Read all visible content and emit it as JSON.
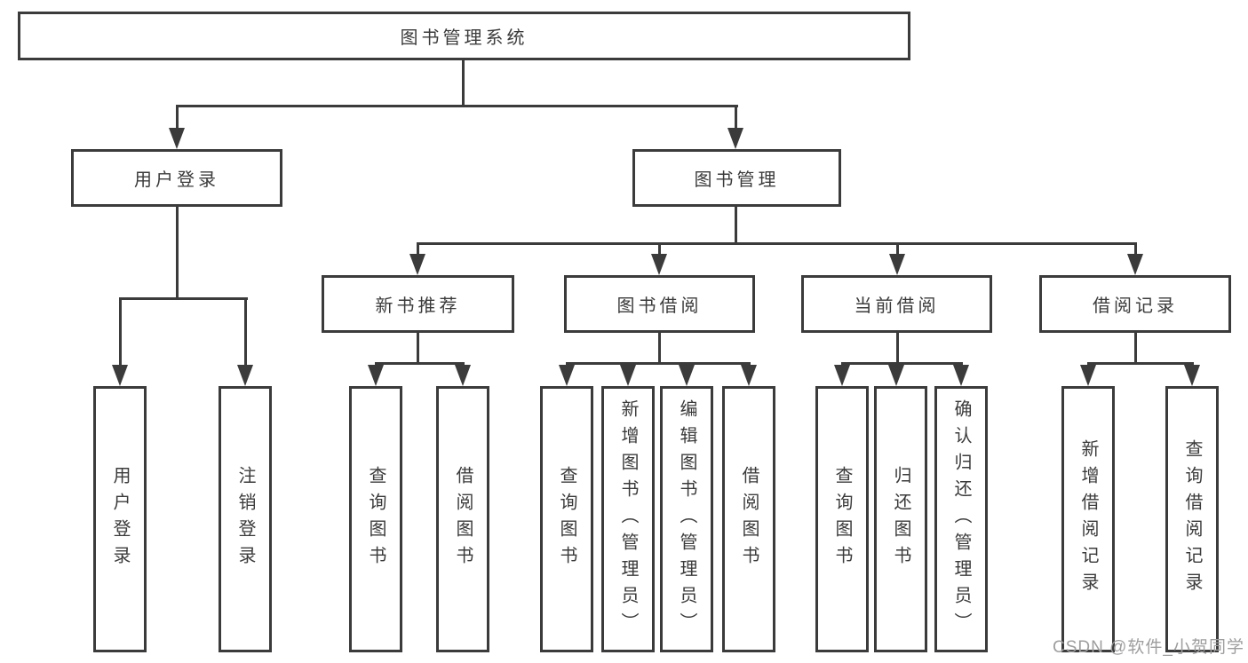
{
  "title": "图书管理系统",
  "tree": {
    "label": "图书管理系统",
    "children": [
      {
        "label": "用户登录",
        "children": [
          {
            "label": "用户登录"
          },
          {
            "label": "注销登录"
          }
        ]
      },
      {
        "label": "图书管理",
        "children": [
          {
            "label": "新书推荐",
            "children": [
              {
                "label": "查询图书"
              },
              {
                "label": "借阅图书"
              }
            ]
          },
          {
            "label": "图书借阅",
            "children": [
              {
                "label": "查询图书"
              },
              {
                "label": "新增图书（管理员）"
              },
              {
                "label": "编辑图书（管理员）"
              },
              {
                "label": "借阅图书"
              }
            ]
          },
          {
            "label": "当前借阅",
            "children": [
              {
                "label": "查询图书"
              },
              {
                "label": "归还图书"
              },
              {
                "label": "确认归还（管理员）"
              }
            ]
          },
          {
            "label": "借阅记录",
            "children": [
              {
                "label": "新增借阅记录"
              },
              {
                "label": "查询借阅记录"
              }
            ]
          }
        ]
      }
    ]
  },
  "watermark": {
    "text": "CSDN @软件_小贺同学"
  },
  "colors": {
    "line": "#3b3b3b",
    "text": "#3b3b3b",
    "background": "#ffffff",
    "watermark": "#9e9e9e"
  }
}
